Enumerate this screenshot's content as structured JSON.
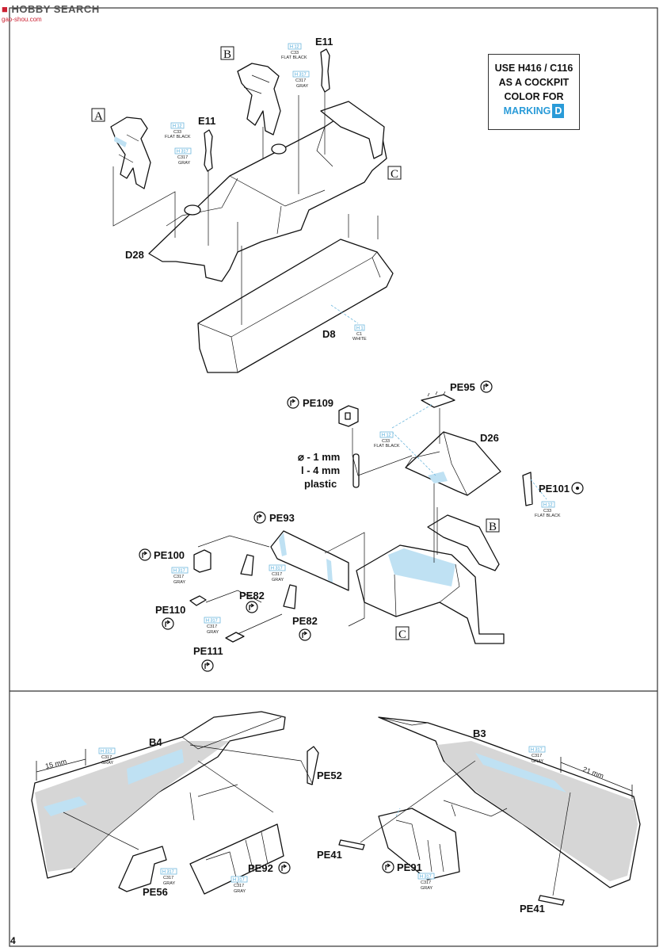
{
  "watermark": {
    "brand": "HOBBY SEARCH",
    "site": "gao-shou.com"
  },
  "note": {
    "line1": "USE H416 / C116",
    "line2": "AS A COCKPIT",
    "line3": "COLOR FOR",
    "marking_word": "MARKING",
    "marking_letter": "D"
  },
  "colors": {
    "h12": [
      "H 12",
      "C33",
      "FLAT BLACK"
    ],
    "h317": [
      "H 317",
      "C317",
      "GRAY"
    ],
    "h1": [
      "H 1",
      "C1",
      "WHITE"
    ],
    "accent_blue": "#2a9bd8",
    "fill_blue": "#bfe1f3"
  },
  "section_letters": {
    "a": "A",
    "b": "B",
    "c": "C",
    "b2": "B",
    "c2": "C"
  },
  "parts": {
    "e11_left": "E11",
    "e11_right": "E11",
    "d28": "D28",
    "d8": "D8",
    "pe109": "PE109",
    "pe95": "PE95",
    "d26": "D26",
    "pe101": "PE101",
    "pe93": "PE93",
    "pe100": "PE100",
    "pe82_a": "PE82",
    "pe82_b": "PE82",
    "pe110": "PE110",
    "pe111": "PE111",
    "b4": "B4",
    "b3": "B3",
    "pe52": "PE52",
    "pe56": "PE56",
    "pe92": "PE92",
    "pe41_a": "PE41",
    "pe91": "PE91",
    "pe41_b": "PE41"
  },
  "plastic_rod": {
    "line1": "⌀ - 1 mm",
    "line2": "l - 4 mm",
    "line3": "plastic"
  },
  "dimensions": {
    "left": "15 mm",
    "right": "21 mm"
  },
  "page_number": "4"
}
